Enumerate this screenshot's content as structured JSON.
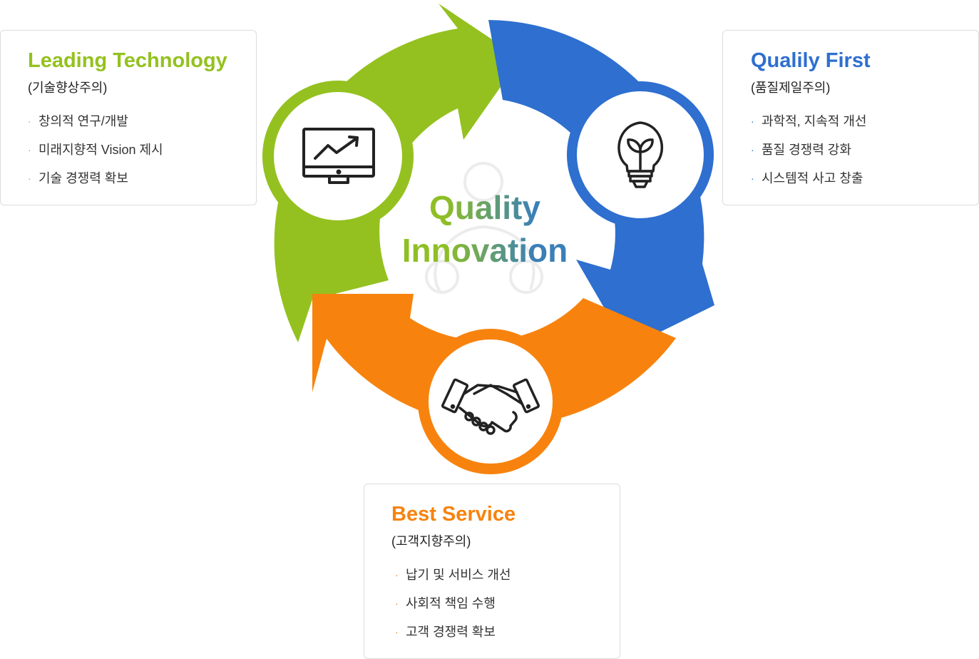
{
  "colors": {
    "green": "#94c11f",
    "blue": "#2e6fcf",
    "orange": "#f7830e",
    "center_text_start": "#8fbf25",
    "center_text_end": "#3a7fb8",
    "card_border": "#dcdcdc",
    "watermark": "#ececec"
  },
  "center": {
    "line1": "Quality",
    "line2": "Innovation"
  },
  "cards": {
    "tech": {
      "title": "Leading Technology",
      "subtitle": "(기술향상주의)",
      "items": [
        "창의적 연구/개발",
        "미래지향적 Vision 제시",
        "기술 경쟁력 확보"
      ]
    },
    "quality": {
      "title": "Qualily First",
      "subtitle": "(품질제일주의)",
      "items": [
        "과학적, 지속적 개선",
        "품질 경쟁력 강화",
        "시스템적 사고 창출"
      ]
    },
    "service": {
      "title": "Best Service",
      "subtitle": "(고객지향주의)",
      "items": [
        "납기 및 서비스 개선",
        "사회적 책임 수행",
        "고객 경쟁력 확보"
      ]
    }
  },
  "icons": {
    "tech": "monitor-chart-icon",
    "quality": "lightbulb-sprout-icon",
    "service": "handshake-icon"
  }
}
